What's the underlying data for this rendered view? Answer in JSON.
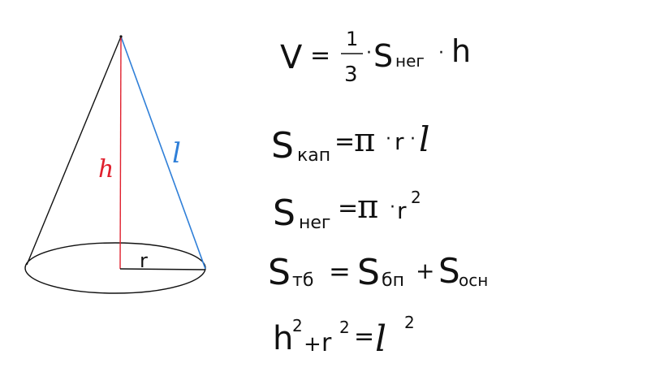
{
  "diagram": {
    "labels": {
      "height": "h",
      "slant": "l",
      "radius": "r"
    },
    "colors": {
      "outline": "#111111",
      "height": "#e0202e",
      "slant": "#2f7fd8",
      "ink": "#111111"
    }
  },
  "formulas": {
    "volume": {
      "lhs": "V",
      "eq": "=",
      "frac_num": "1",
      "frac_den": "3",
      "dot1": "·",
      "s": "S",
      "sub": "нег",
      "dot2": "·",
      "h": "h"
    },
    "lateral": {
      "s": "S",
      "sub": "кап",
      "eq": "=",
      "pi": "π",
      "dot1": "·",
      "r": "r",
      "dot2": "·",
      "l": "l"
    },
    "base": {
      "s": "S",
      "sub": "нег",
      "eq": "=",
      "pi": "π",
      "dot": "·",
      "r": "r",
      "exp": "2"
    },
    "total": {
      "s1": "S",
      "sub1": "тб",
      "eq": "=",
      "s2": "S",
      "sub2": "бп",
      "plus": "+",
      "s3": "S",
      "sub3": "осн"
    },
    "pythagoras": {
      "h": "h",
      "exp1": "2",
      "plus": "+",
      "r": "r",
      "exp2": "2",
      "eq": "=",
      "l": "l",
      "exp3": "2"
    }
  }
}
